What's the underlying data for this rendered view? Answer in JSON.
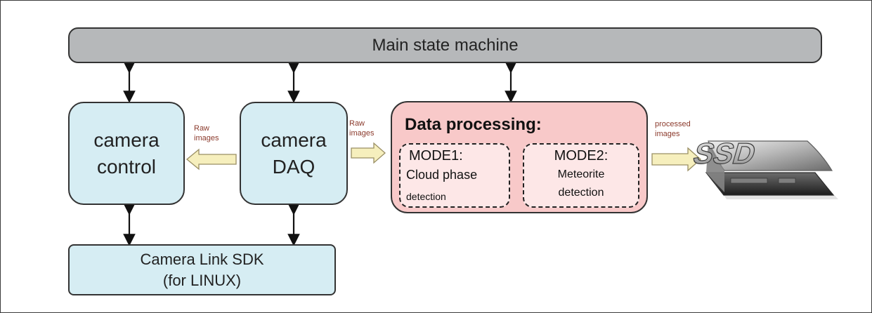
{
  "diagram": {
    "main_state_machine": "Main state machine",
    "camera_control": {
      "line1": "camera",
      "line2": "control"
    },
    "camera_daq": {
      "line1": "camera",
      "line2": "DAQ"
    },
    "camera_link_sdk": {
      "line1": "Camera Link SDK",
      "line2": "(for LINUX)"
    },
    "data_processing": {
      "title": "Data processing:",
      "mode1": {
        "line1": "MODE1:",
        "line2": "Cloud phase",
        "line3": "detection"
      },
      "mode2": {
        "line1": "MODE2:",
        "line2": "Meteorite",
        "line3": "detection"
      }
    },
    "edge_labels": {
      "raw_images_left_line1": "Raw",
      "raw_images_left_line2": "images",
      "raw_images_right_line1": "Raw",
      "raw_images_right_line2": "images",
      "processed_images_line1": "processed",
      "processed_images_line2": "images"
    },
    "ssd_label": "SSD",
    "colors": {
      "main_box": "#b6b8ba",
      "camera_boxes": "#d6edf3",
      "processing_box": "#f8c9c9",
      "mode_boxes": "#fde7e7",
      "edge_label_text": "#8b3a2c",
      "arrow_fill": "#f6efbd"
    }
  }
}
